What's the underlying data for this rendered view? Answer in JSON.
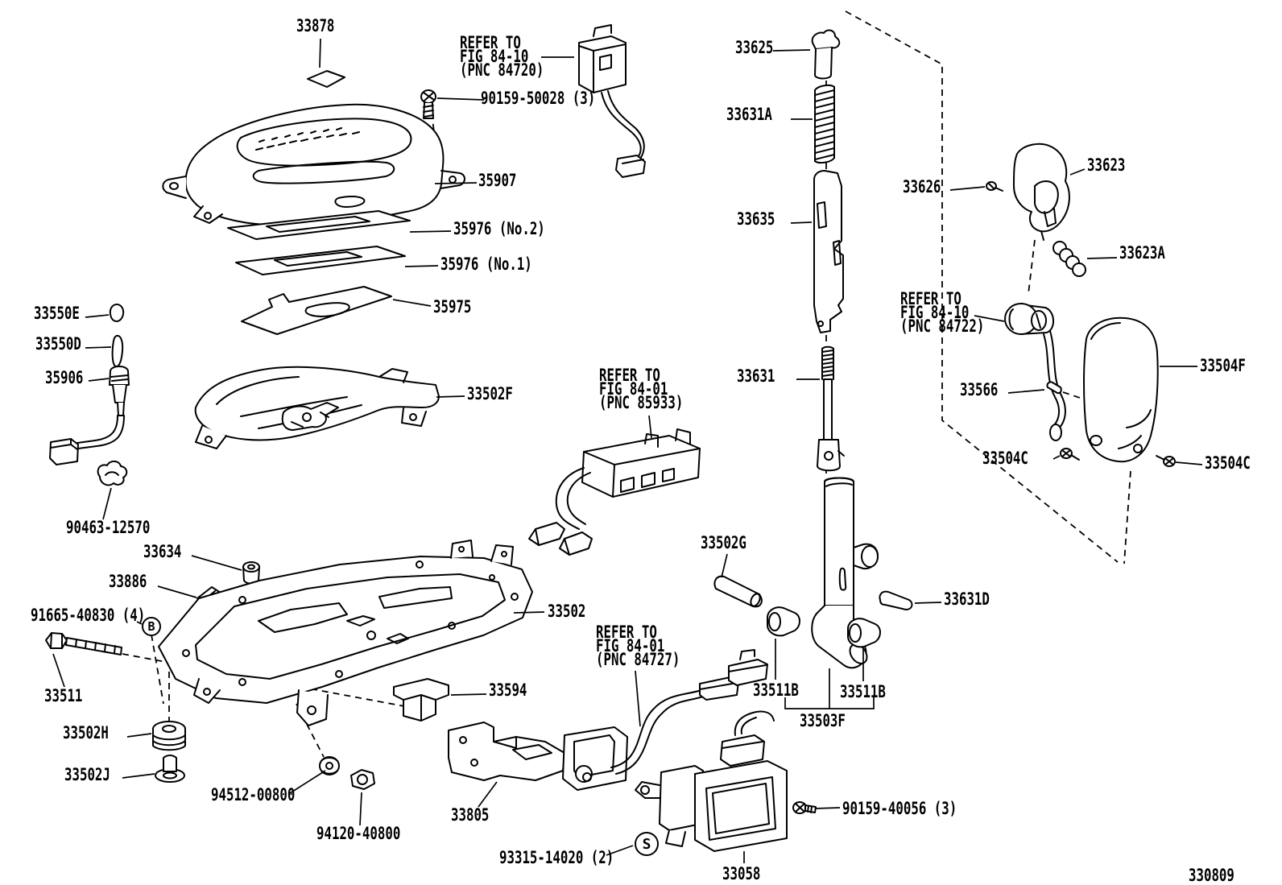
{
  "figure": {
    "drawing_number": "330809"
  },
  "callouts": {
    "b": "B",
    "s": "S"
  },
  "labels": {
    "p33878": "33878",
    "ref_84720": "REFER TO\nFIG 84-10\n(PNC 84720)",
    "p90159_50028": "90159-50028 (3)",
    "p35907": "35907",
    "p35976_no2": "35976 (No.2)",
    "p35976_no1": "35976 (No.1)",
    "p35975": "35975",
    "p33550e": "33550E",
    "p33550d": "33550D",
    "p35906": "35906",
    "p33502f": "33502F",
    "p90463_12570": "90463-12570",
    "p33634": "33634",
    "p33886": "33886",
    "p91665_40830": "91665-40830 (4)",
    "p33511": "33511",
    "p33502h": "33502H",
    "p33502j": "33502J",
    "p94512_00800": "94512-00800",
    "p94120_40800": "94120-40800",
    "p33502": "33502",
    "p33594": "33594",
    "p33805": "33805",
    "ref_85933": "REFER TO\nFIG 84-01\n(PNC 85933)",
    "ref_84727": "REFER TO\nFIG 84-01\n(PNC 84727)",
    "p93315_14020": "93315-14020 (2)",
    "p33058": "33058",
    "p90159_40056": "90159-40056 (3)",
    "p33625": "33625",
    "p33631a": "33631A",
    "p33626": "33626",
    "p33623": "33623",
    "p33635": "33635",
    "p33623a": "33623A",
    "ref_84722": "REFER TO\nFIG 84-10\n(PNC 84722)",
    "p33631": "33631",
    "p33566": "33566",
    "p33504f": "33504F",
    "p33504c_left": "33504C",
    "p33504c_right": "33504C",
    "p33502g": "33502G",
    "p33631d": "33631D",
    "p33511b_left": "33511B",
    "p33511b_right": "33511B",
    "p33503f": "33503F"
  }
}
